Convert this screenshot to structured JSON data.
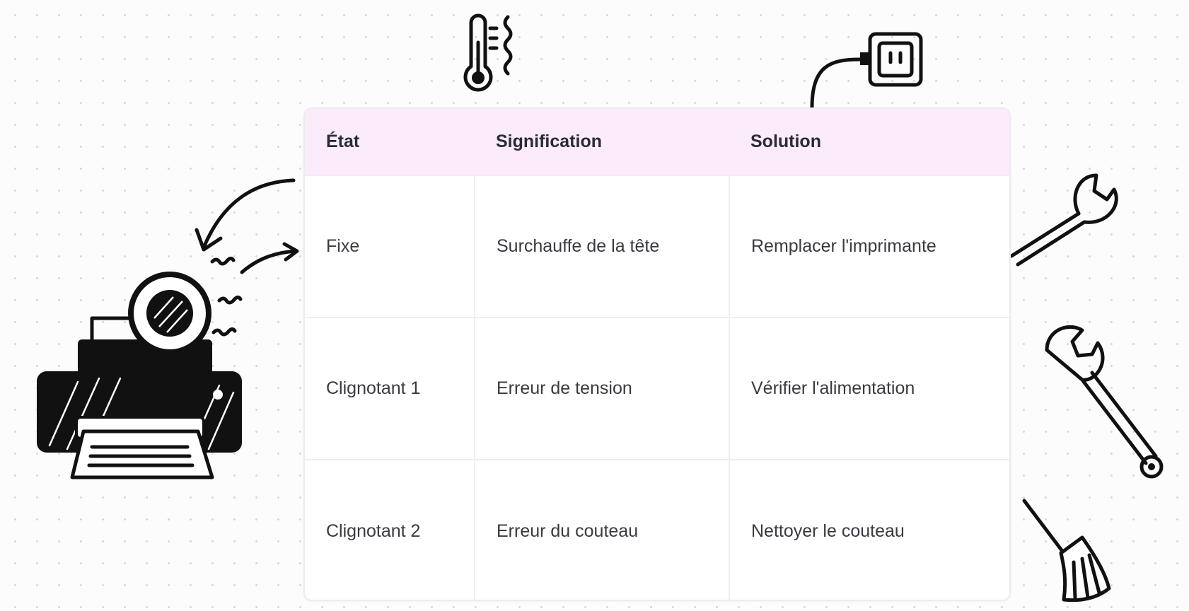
{
  "table": {
    "headers": [
      "État",
      "Signification",
      "Solution"
    ],
    "rows": [
      [
        "Fixe",
        "Surchauffe de la tête",
        "Remplacer l'imprimante"
      ],
      [
        "Clignotant 1",
        "Erreur de tension",
        "Vérifier l'alimentation"
      ],
      [
        "Clignotant 2",
        "Erreur du couteau",
        "Nettoyer le couteau"
      ]
    ]
  },
  "colors": {
    "header_background": "#fbebfb",
    "background": "#fcfcfd",
    "ink": "#111111"
  },
  "icons": [
    "thermometer-icon",
    "power-outlet-icon",
    "printer-icon",
    "magnifier-icon",
    "wrench-icon",
    "broom-icon",
    "arrow-icon"
  ]
}
